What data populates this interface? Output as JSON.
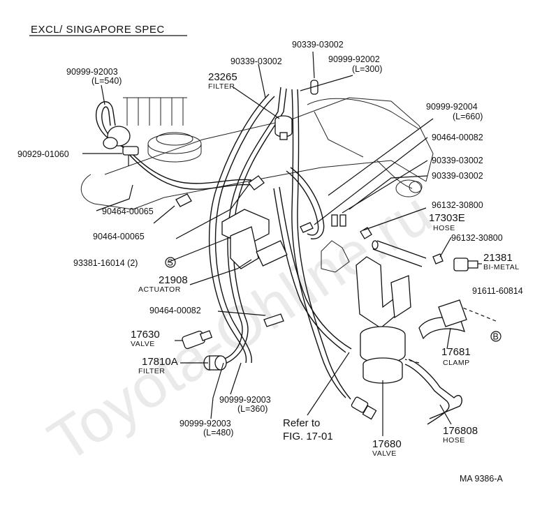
{
  "header": {
    "title": "EXCL/ SINGAPORE SPEC"
  },
  "watermark": "Toyota-Ohline.ru",
  "footer": {
    "drawing_id": "MA  9386-A"
  },
  "callouts": {
    "hose_540": {
      "part": "90999-92003",
      "note": "(L=540)"
    },
    "clamp_90339_top": {
      "part": "90339-03002"
    },
    "clamp_90339_mid": {
      "part": "90339-03002"
    },
    "hose_300": {
      "part": "90999-92002",
      "note": "(L=300)"
    },
    "filter_23265": {
      "part": "23265",
      "name": "FILTER"
    },
    "hose_660": {
      "part": "90999-92004",
      "note": "(L=660)"
    },
    "clip_90464_right": {
      "part": "90464-00082"
    },
    "clamp_90339_r1": {
      "part": "90339-03002"
    },
    "clamp_90339_r2": {
      "part": "90339-03002"
    },
    "fitting_90929": {
      "part": "90929-01060"
    },
    "clip_90464_a": {
      "part": "90464-00065"
    },
    "clip_90464_b": {
      "part": "90464-00065"
    },
    "union_96132_a": {
      "part": "96132-30800"
    },
    "hose_17303E": {
      "part": "17303E",
      "name": "HOSE"
    },
    "union_96132_b": {
      "part": "96132-30800"
    },
    "screw_93381": {
      "part": "93381-16014 (2)",
      "symbol": "S"
    },
    "bimetal_21381": {
      "part": "21381",
      "name": "BI-METAL"
    },
    "actuator_21908": {
      "part": "21908",
      "name": "ACTUATOR"
    },
    "bolt_91611": {
      "part": "91611-60814",
      "symbol": "B"
    },
    "clip_90464_low": {
      "part": "90464-00082"
    },
    "valve_17630": {
      "part": "17630",
      "name": "VALVE"
    },
    "clamp_17681": {
      "part": "17681",
      "name": "CLAMP"
    },
    "filter_17810A": {
      "part": "17810A",
      "name": "FILTER"
    },
    "hose_360": {
      "part": "90999-92003",
      "note": "(L=360)"
    },
    "hose_480": {
      "part": "90999-92003",
      "note": "(L=480)"
    },
    "refer": {
      "line1": "Refer to",
      "line2": "FIG. 17-01"
    },
    "valve_17680": {
      "part": "17680",
      "name": "VALVE"
    },
    "hose_176808": {
      "part": "176808",
      "name": "HOSE"
    }
  }
}
